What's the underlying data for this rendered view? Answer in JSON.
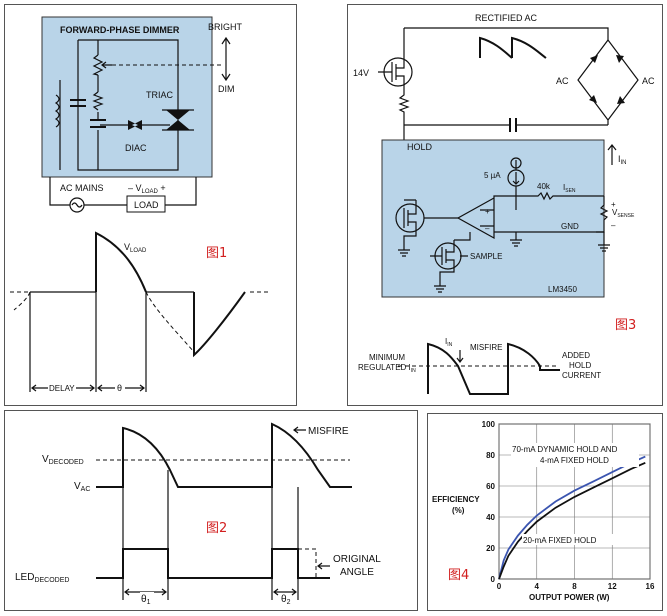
{
  "colors": {
    "panel_blue": "#b9d4e8",
    "figure_label": "#d21f1f",
    "curve_dark": "#111111",
    "curve_blue": "#3b55b0"
  },
  "fig1": {
    "label": "图1",
    "dimmer_title": "FORWARD-PHASE DIMMER",
    "bright": "BRIGHT",
    "dim": "DIM",
    "triac": "TRIAC",
    "diac": "DIAC",
    "ac_mains": "AC MAINS",
    "vload_prefix": "– V",
    "vload_sub": "LOAD",
    "vload_suffix": " +",
    "load": "LOAD",
    "wave_label": "V",
    "wave_label_sub": "LOAD",
    "delay": "DELAY",
    "theta": "θ"
  },
  "fig3": {
    "label": "图3",
    "rectified_ac": "RECTIFIED AC",
    "v14": "14V",
    "ac_left": "AC",
    "ac_right": "AC",
    "hold": "HOLD",
    "i_in": "I",
    "i_in_sub": "IN",
    "current_5ua": "5 µA",
    "r40k": "40k",
    "isen": "I",
    "isen_sub": "SEN",
    "vsense": "V",
    "vsense_sub": "SENSE",
    "gnd": "GND",
    "sample": "SAMPLE",
    "chip": "LM3450",
    "min_reg_1": "MINIMUM",
    "min_reg_2": "REGULATED I",
    "min_reg_sub": "IN",
    "iin_label": "I",
    "iin_label_sub": "IN",
    "misfire": "MISFIRE",
    "added_1": "ADDED",
    "added_2": "HOLD",
    "added_3": "CURRENT"
  },
  "fig2": {
    "label": "图2",
    "vdecoded": "V",
    "vdecoded_sub": "DECODED",
    "vac": "V",
    "vac_sub": "AC",
    "led_decoded": "LED",
    "led_decoded_sub": "DECODED",
    "misfire": "MISFIRE",
    "original_1": "ORIGINAL",
    "original_2": "ANGLE",
    "theta1": "θ",
    "theta1_sub": "1",
    "theta2": "θ",
    "theta2_sub": "2"
  },
  "fig4": {
    "label": "图4",
    "ylabel_1": "EFFICIENCY",
    "ylabel_2": "(%)",
    "xlabel": "OUTPUT POWER (W)",
    "annot_top_1": "70-mA DYNAMIC HOLD AND",
    "annot_top_2": "4-mA FIXED HOLD",
    "annot_bottom": "20-mA FIXED HOLD"
  },
  "chart_data": {
    "type": "line",
    "xlabel": "OUTPUT POWER (W)",
    "ylabel": "EFFICIENCY (%)",
    "xlim": [
      0,
      16
    ],
    "ylim": [
      0,
      100
    ],
    "xticks": [
      0,
      4,
      8,
      12,
      16
    ],
    "yticks": [
      0,
      20,
      40,
      60,
      80,
      100
    ],
    "grid": true,
    "series": [
      {
        "name": "70-mA DYNAMIC HOLD AND 4-mA FIXED HOLD",
        "x": [
          0,
          0.5,
          1,
          2,
          3,
          4,
          6,
          8,
          10,
          12,
          14,
          15.5
        ],
        "y": [
          0,
          12,
          19,
          28,
          35,
          41,
          50,
          57,
          63,
          69,
          75,
          79
        ]
      },
      {
        "name": "20-mA FIXED HOLD",
        "x": [
          0,
          0.5,
          1,
          2,
          3,
          4,
          6,
          8,
          10,
          12,
          14,
          15.5
        ],
        "y": [
          0,
          8,
          15,
          24,
          31,
          37,
          46,
          53,
          59,
          65,
          71,
          75
        ]
      }
    ]
  }
}
